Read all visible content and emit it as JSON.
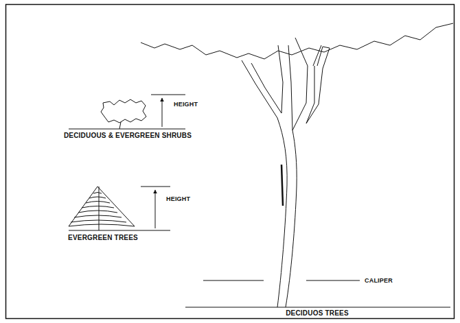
{
  "diagram": {
    "labels": [
      "HEIGHT",
      "DECIDUOUS & EVERGREEN SHRUBS",
      "HEIGHT",
      "EVERGREEN TREES",
      "CALIPER",
      "DECIDUOS TREES"
    ]
  }
}
